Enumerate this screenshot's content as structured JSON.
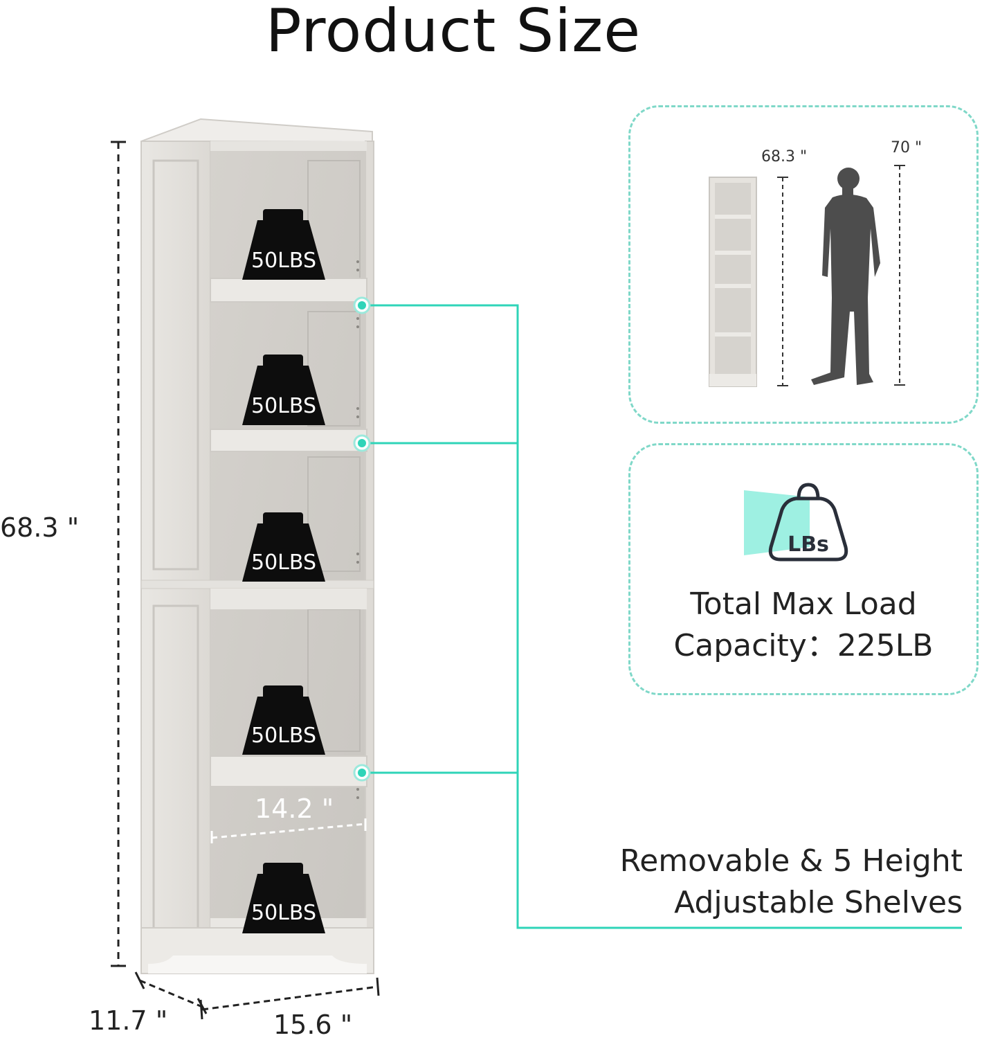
{
  "title": "Product Size",
  "dimensions": {
    "height": "68.3 \"",
    "depth": "11.7 \"",
    "width": "15.6 \"",
    "inner_width": "14.2 \""
  },
  "weights": [
    "50LBS",
    "50LBS",
    "50LBS",
    "50LBS",
    "50LBS"
  ],
  "comparison": {
    "shelf_height": "68.3 \"",
    "person_height": "70 \""
  },
  "load": {
    "icon_label": "LBs",
    "line1": "Total Max Load",
    "line2": "Capacity：225LB"
  },
  "callout": {
    "line1": "Removable & 5 Height",
    "line2": "Adjustable Shelves"
  },
  "colors": {
    "accent": "#2fd4b8",
    "panel_border": "#7fd8c8",
    "wood": "#e8e6e2",
    "weight": "#0d0d0d"
  }
}
